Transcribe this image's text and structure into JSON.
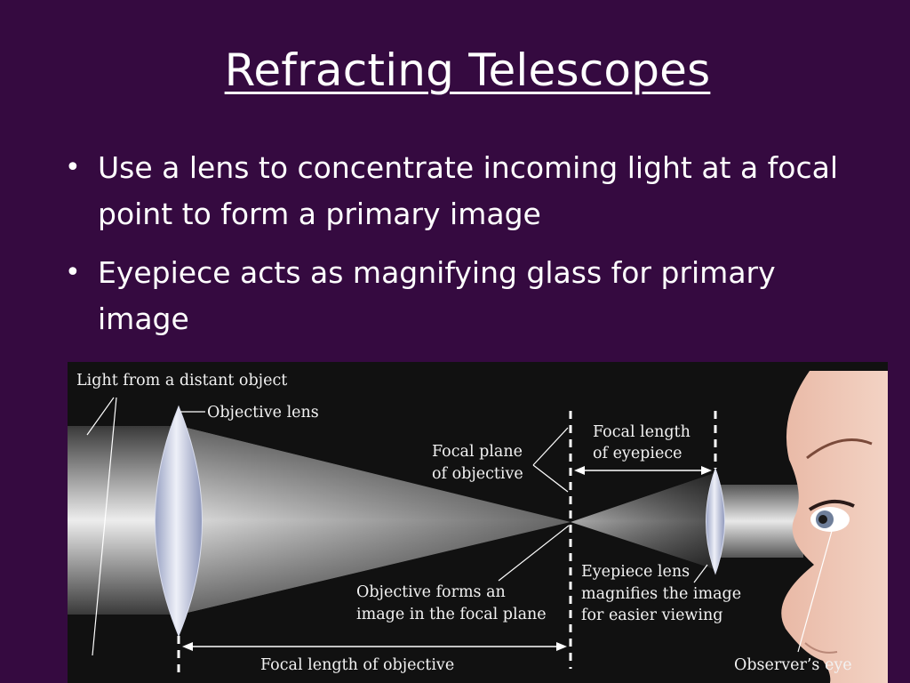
{
  "slide": {
    "title": "Refracting Telescopes",
    "bullets": [
      "Use a lens to concentrate incoming light at a focal point  to form a primary image",
      "Eyepiece acts as magnifying glass for primary image"
    ]
  },
  "diagram": {
    "labels": {
      "light_source": "Light from a distant object",
      "objective_lens": "Objective lens",
      "focal_plane_line1": "Focal plane",
      "focal_plane_line2": "of objective",
      "focal_length_eyepiece_line1": "Focal length",
      "focal_length_eyepiece_line2": "of eyepiece",
      "objective_forms_line1": "Objective forms an",
      "objective_forms_line2": "image in the focal plane",
      "eyepiece_lens_line1": "Eyepiece lens",
      "eyepiece_lens_line2": "magnifies the image",
      "eyepiece_lens_line3": "for easier viewing",
      "focal_length_objective": "Focal length of objective",
      "observers_eye": "Observer’s eye"
    },
    "colors": {
      "slide_background": "#350a40",
      "figure_background": "#111111",
      "light_beam": "#ffffff",
      "lens": "#c8cde0"
    }
  }
}
